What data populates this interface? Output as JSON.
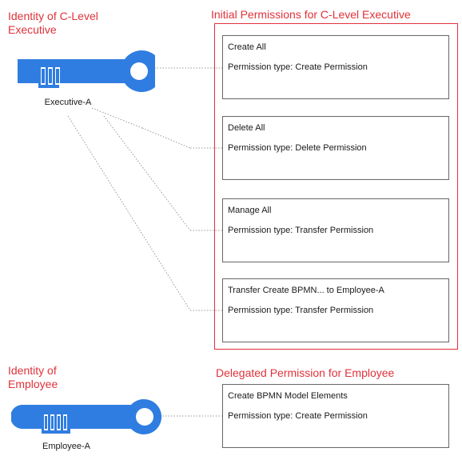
{
  "executive": {
    "heading": "Identity of C-Level\nExecutive",
    "key_label": "Executive-A"
  },
  "employee": {
    "heading": "Identity of\nEmployee",
    "key_label": "Employee-A"
  },
  "initial_permissions": {
    "heading": "Initial Permissions for C-Level Executive",
    "type_prefix": "Permission type:",
    "items": [
      {
        "title": "Create All",
        "type": "Create Permission"
      },
      {
        "title": "Delete All",
        "type": "Delete Permission"
      },
      {
        "title": "Manage All",
        "type": "Transfer Permission"
      },
      {
        "title": "Transfer Create BPMN... to Employee-A",
        "type": "Transfer Permission"
      }
    ]
  },
  "delegated_permission": {
    "heading": "Delegated Permission for Employee",
    "type_prefix": "Permission type:",
    "item": {
      "title": "Create BPMN Model Elements",
      "type": "Create Permission"
    }
  },
  "colors": {
    "accent": "#e0323a",
    "key": "#2f7de0",
    "box_border": "#666666",
    "connector": "#9a9a9a"
  },
  "icons": {
    "executive_key": "key-icon",
    "employee_key": "key-icon"
  }
}
